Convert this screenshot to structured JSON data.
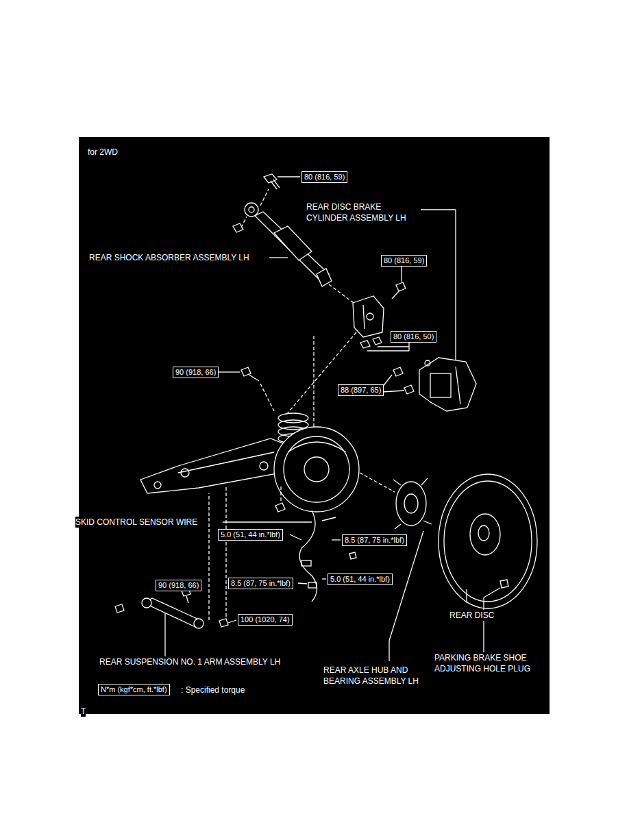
{
  "diagram": {
    "nodes": [
      {
        "text": [
          "80 (816, 59)"
        ]
      },
      {
        "text": [
          "80 (816, 59)"
        ]
      },
      {
        "text": [
          "80 (816, 50)"
        ]
      },
      {
        "text": [
          "90 (918, 66)"
        ]
      },
      {
        "text": [
          "88 (897, 65)"
        ]
      },
      {
        "text": [
          "5.0 (51, 44 in.*lbf)"
        ]
      },
      {
        "text": [
          "8.5 (87, 75 in.*lbf)"
        ]
      },
      {
        "text": [
          "5.0 (51, 44 in.*lbf)"
        ]
      },
      {
        "text": [
          "8.5 (87, 75 in.*lbf)"
        ]
      },
      {
        "text": [
          "90 (918, 66)"
        ]
      },
      {
        "text": [
          "100 (1020, 74)"
        ]
      },
      {
        "text": [
          "N*m (kgf*cm, ft.*lbf)"
        ]
      }
    ],
    "labels": [
      "for 2WD",
      "REAR DISC BRAKE CYLINDER ASSEMBLY LH",
      "REAR SHOCK ABSORBER ASSEMBLY LH",
      "SKID CONTROL SENSOR WIRE",
      "REAR DISC",
      "REAR SUSPENSION NO. 1 ARM ASSEMBLY LH",
      "REAR AXLE HUB AND BEARING ASSEMBLY LH",
      "PARKING BRAKE SHOE ADJUSTING HOLE PLUG",
      ": Specified torque",
      "T"
    ]
  }
}
